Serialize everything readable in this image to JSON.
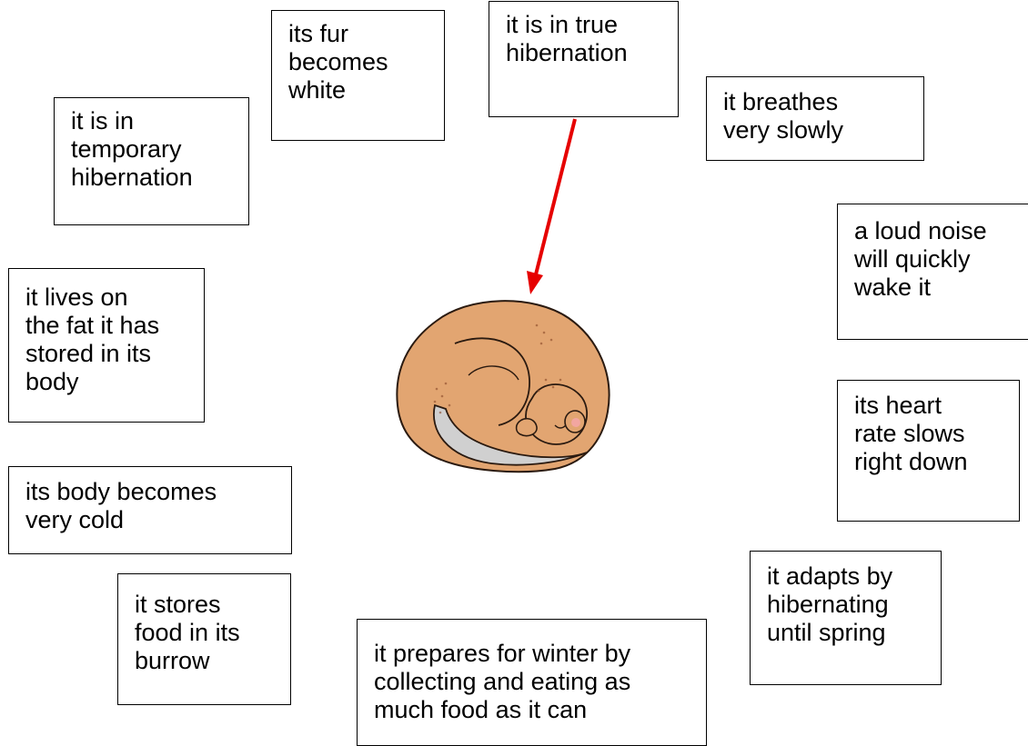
{
  "labels": {
    "fur": "its fur\nbecomes\nwhite",
    "true_hibernation": "it is in true\nhibernation",
    "breathes": "it breathes\nvery slowly",
    "temporary": "it is in\ntemporary\nhibernation",
    "noise": "a loud noise\nwill quickly\nwake it",
    "fat": "it lives on\nthe fat it has\nstored in its\nbody",
    "heart": "its heart\nrate slows\nright down",
    "cold": "its body becomes\nvery cold",
    "adapts": "it adapts by\nhibernating\nuntil spring",
    "stores": "it stores\nfood in its\nburrow",
    "prepares": "it prepares for winter by\ncollecting and eating as\nmuch food as it can"
  },
  "colors": {
    "arrow": "#e60000",
    "animal_body": "#e2a571",
    "animal_belly": "#d0d0d0",
    "nose": "#f2a6a0"
  },
  "icons": {
    "center_image": "sleeping-dormouse-icon"
  }
}
